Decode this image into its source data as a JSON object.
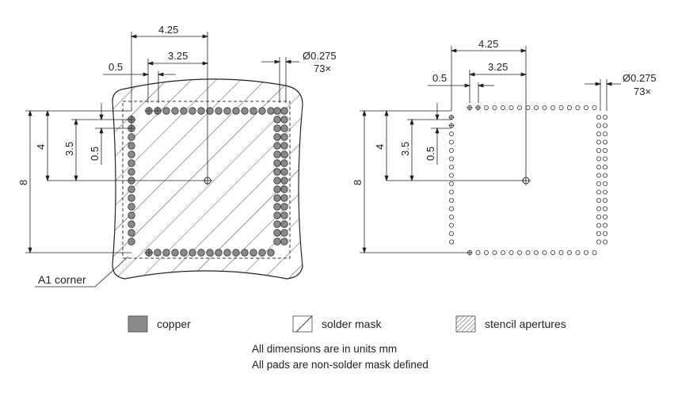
{
  "left_view": {
    "dim_top_outer": "4.25",
    "dim_top_inner": "3.25",
    "dim_top_small": "0.5",
    "dim_diameter": "Ø0.275",
    "dim_count": "73×",
    "dim_left_outer": "8",
    "dim_left_mid": "4",
    "dim_left_inner": "3.5",
    "dim_left_small": "0.5",
    "corner_label": "A1 corner"
  },
  "right_view": {
    "dim_top_outer": "4.25",
    "dim_top_inner": "3.25",
    "dim_top_small": "0.5",
    "dim_diameter": "Ø0.275",
    "dim_count": "73×",
    "dim_left_outer": "8",
    "dim_left_mid": "4",
    "dim_left_inner": "3.5",
    "dim_left_small": "0.5"
  },
  "legend": {
    "copper": "copper",
    "solder_mask": "solder mask",
    "stencil": "stencil apertures"
  },
  "notes": {
    "line1": "All dimensions are in units mm",
    "line2": "All pads are non-solder mask defined"
  },
  "colors": {
    "copper": "#8a8a8a",
    "line": "#222222"
  }
}
